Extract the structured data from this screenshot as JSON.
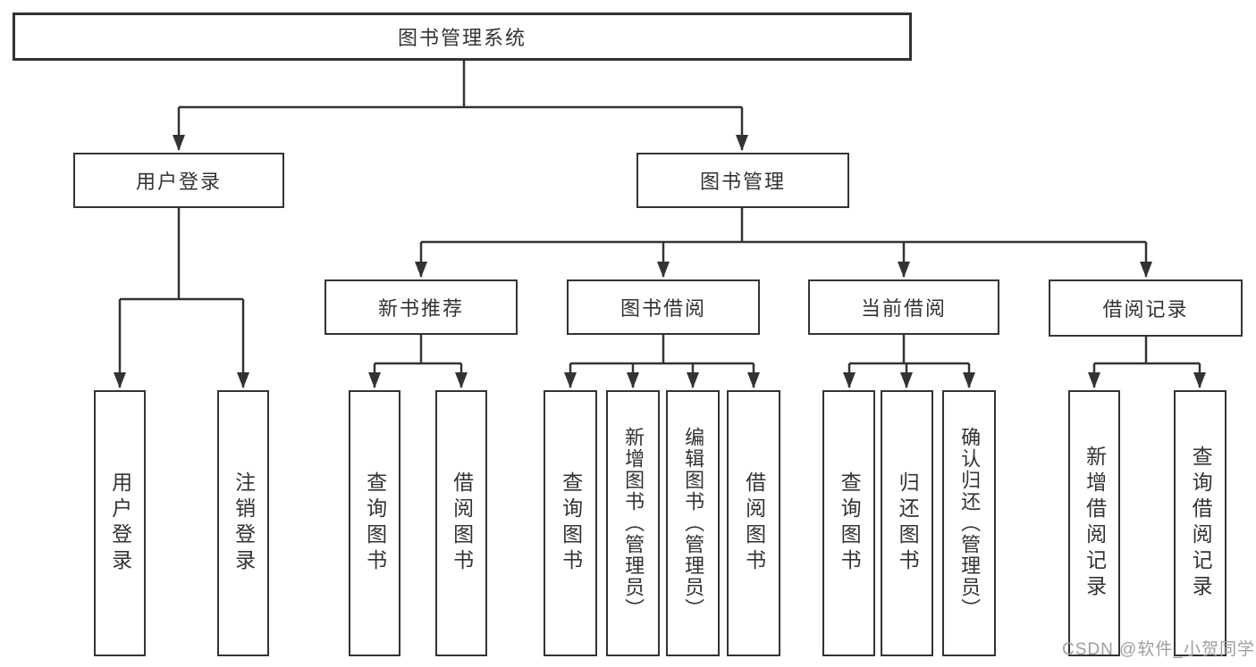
{
  "diagram_title": "图书管理系统",
  "tree": {
    "label": "图书管理系统",
    "children": [
      {
        "label": "用户登录",
        "children": [
          {
            "label": "用户登录"
          },
          {
            "label": "注销登录"
          }
        ]
      },
      {
        "label": "图书管理",
        "children": [
          {
            "label": "新书推荐",
            "children": [
              {
                "label": "查询图书"
              },
              {
                "label": "借阅图书"
              }
            ]
          },
          {
            "label": "图书借阅",
            "children": [
              {
                "label": "查询图书"
              },
              {
                "label": "新增图书（管理员）"
              },
              {
                "label": "编辑图书（管理员）"
              },
              {
                "label": "借阅图书"
              }
            ]
          },
          {
            "label": "当前借阅",
            "children": [
              {
                "label": "查询图书"
              },
              {
                "label": "归还图书"
              },
              {
                "label": "确认归还（管理员）"
              }
            ]
          },
          {
            "label": "借阅记录",
            "children": [
              {
                "label": "新增借阅记录"
              },
              {
                "label": "查询借阅记录"
              }
            ]
          }
        ]
      }
    ]
  },
  "watermark": "CSDN @软件_小贺同学",
  "colors": {
    "line": "#333333",
    "box_border": "#333333",
    "text": "#333333",
    "watermark": "#9e9e9e",
    "background": "#ffffff"
  }
}
